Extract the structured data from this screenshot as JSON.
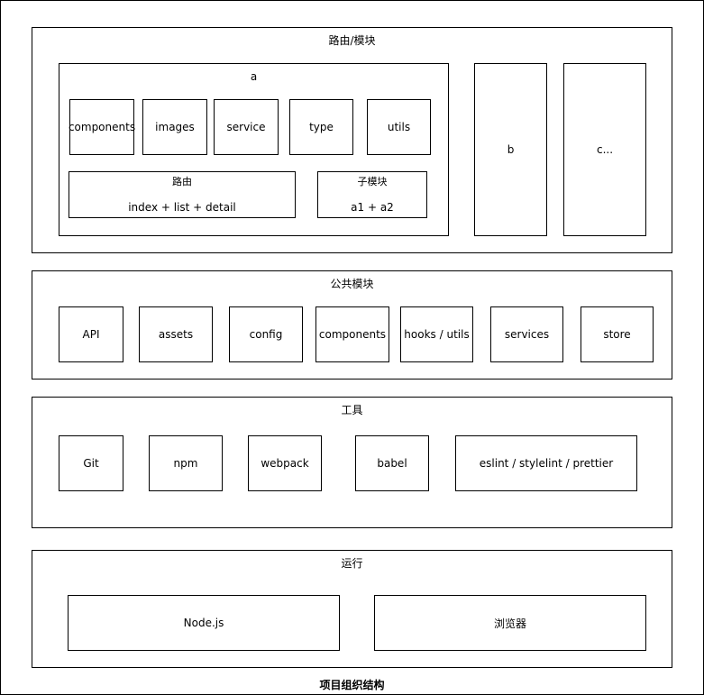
{
  "sections": {
    "routes_modules": {
      "title": "路由/模块",
      "module_a": {
        "title": "a",
        "folders": [
          "components",
          "images",
          "service",
          "type",
          "utils"
        ],
        "route": {
          "title": "路由",
          "value": "index + list + detail"
        },
        "submodule": {
          "title": "子模块",
          "value": "a1 + a2"
        }
      },
      "module_b": "b",
      "module_c": "c..."
    },
    "common": {
      "title": "公共模块",
      "items": [
        "API",
        "assets",
        "config",
        "components",
        "hooks / utils",
        "services",
        "store"
      ]
    },
    "tools": {
      "title": "工具",
      "items": [
        "Git",
        "npm",
        "webpack",
        "babel",
        "eslint / stylelint / prettier"
      ]
    },
    "runtime": {
      "title": "运行",
      "items": [
        "Node.js",
        "浏览器"
      ]
    }
  },
  "caption": "项目组织结构"
}
